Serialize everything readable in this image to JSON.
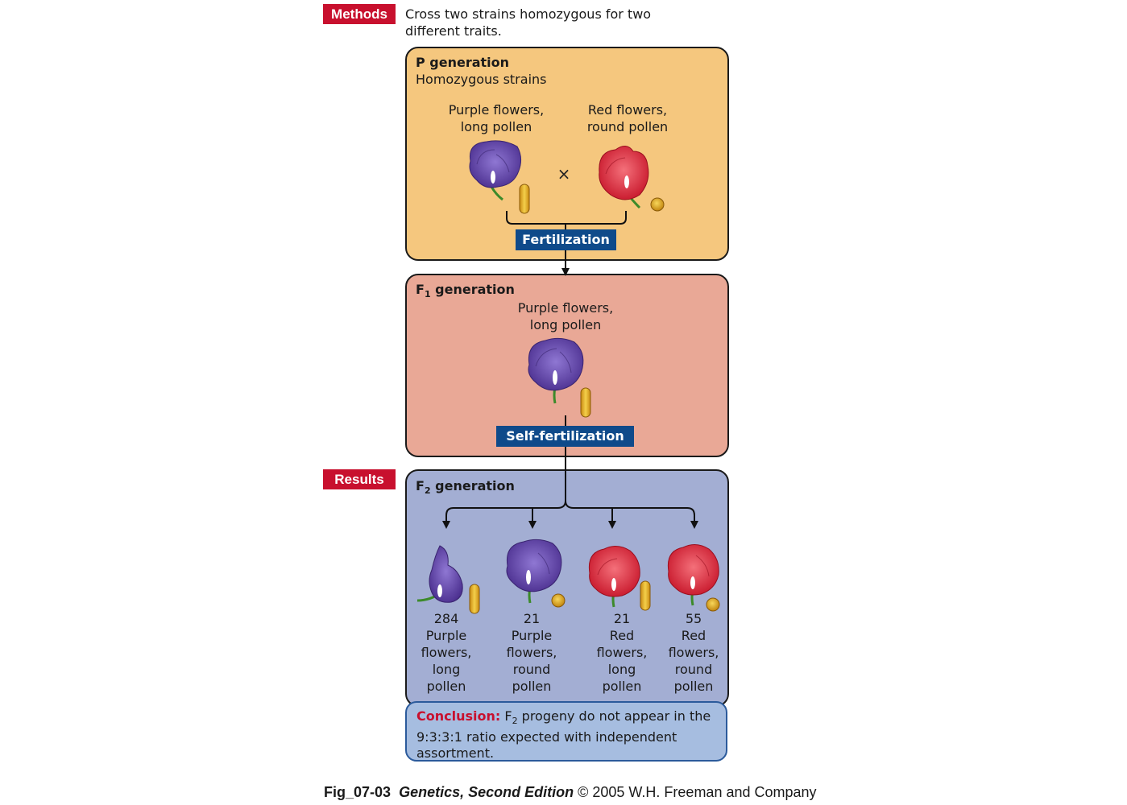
{
  "methods": {
    "tag": "Methods",
    "description": "Cross two strains homozygous for two different traits."
  },
  "p_generation": {
    "title": "P generation",
    "subtitle": "Homozygous strains",
    "parent1_label": "Purple flowers, long pollen",
    "parent2_label": "Red flowers, round pollen",
    "cross_symbol": "×",
    "process": "Fertilization"
  },
  "f1_generation": {
    "title_prefix": "F",
    "title_sub": "1",
    "title_suffix": " generation",
    "label": "Purple flowers, long pollen",
    "process": "Self-fertilization"
  },
  "results": {
    "tag": "Results"
  },
  "f2_generation": {
    "title_prefix": "F",
    "title_sub": "2",
    "title_suffix": " generation",
    "offspring": [
      {
        "count": "284",
        "label": "Purple flowers, long pollen",
        "flower": "purple",
        "pollen": "long"
      },
      {
        "count": "21",
        "label": "Purple flowers, round pollen",
        "flower": "purple",
        "pollen": "round"
      },
      {
        "count": "21",
        "label": "Red flowers, long pollen",
        "flower": "red",
        "pollen": "long"
      },
      {
        "count": "55",
        "label": "Red flowers, round pollen",
        "flower": "red",
        "pollen": "round"
      }
    ]
  },
  "conclusion": {
    "heading": "Conclusion:",
    "text_prefix": " F",
    "text_sub": "2",
    "text_rest": " progeny do not appear in the 9:3:3:1 ratio expected with independent assortment."
  },
  "caption": {
    "fig": "Fig_07-03",
    "book": "Genetics, Second Edition",
    "rest": "© 2005 W.H. Freeman and Company"
  },
  "colors": {
    "p_panel": "#f5c77e",
    "f1_panel": "#e9a896",
    "f2_panel": "#a3aed3",
    "tag_red": "#c8102e",
    "process_blue": "#0f4a8a",
    "purple_flower": "#6a4cb0",
    "red_flower": "#e5323c",
    "pollen": "#e9b52c"
  }
}
